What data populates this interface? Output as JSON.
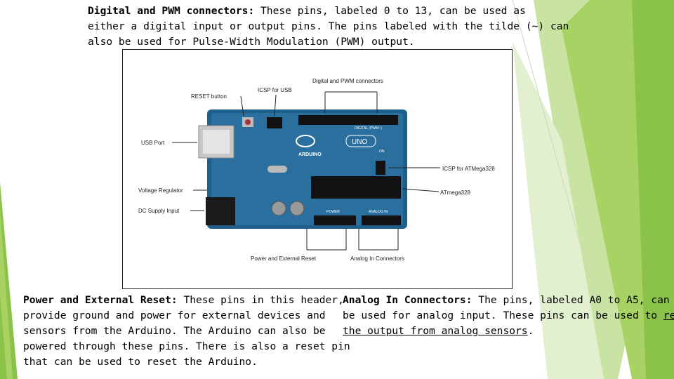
{
  "slide": {
    "top_paragraph": {
      "heading": "Digital and PWM connectors:",
      "line1": " These pins, labeled 0 to 13, can be used as",
      "line2": "either a digital input or output pins. The pins labeled with the tilde (~) can",
      "line3": "also be used for Pulse-Width Modulation (PWM) output."
    },
    "left_paragraph": {
      "heading": "Power and External Reset:",
      "line1": " These pins in this header,",
      "line2": "provide ground and power for external devices and",
      "line3": "sensors from the Arduino. The Arduino can also be",
      "line4": "powered through these pins. There is also a reset pin",
      "line5": "that can be used to reset the Arduino."
    },
    "right_paragraph": {
      "heading": "Analog In Connectors:",
      "line1": " The pins, labeled A0 to A5, can",
      "line2": "be used for analog input. These pins can be used to ",
      "line2_link": "read",
      "line3_link": "the output from analog sensors",
      "line3_end": "."
    }
  },
  "figure": {
    "labels": {
      "reset": "RESET button",
      "icsp_usb": "ICSP for USB",
      "digital": "Digital and PWM connectors",
      "usb": "USB Port",
      "icsp_mega": "ICSP for ATMega328",
      "atmega": "ATmega328",
      "regulator": "Voltage Regulator",
      "dc": "DC Supply Input",
      "power": "Power and External Reset",
      "analog": "Analog In Connectors"
    },
    "board_text": {
      "arduino": "ARDUINO",
      "uno": "UNO",
      "digital_pwm": "DIGITAL (PWM~)",
      "power_hdr": "POWER",
      "analog_hdr": "ANALOG IN",
      "on": "ON"
    }
  },
  "colors": {
    "green_light": "#b8d98a",
    "green_mid": "#92c43c",
    "green_dark": "#6aa32a",
    "board_blue": "#1f5f8b"
  }
}
